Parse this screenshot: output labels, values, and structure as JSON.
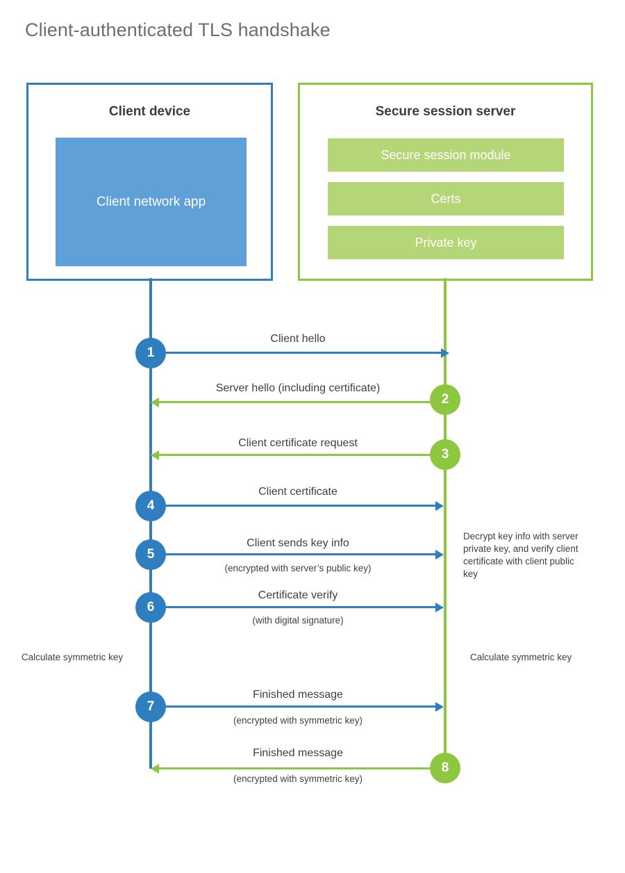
{
  "page": {
    "title": "Client-authenticated TLS handshake",
    "colors": {
      "client_blue": "#2e7ec0",
      "client_app_fill": "#5fa0d8",
      "server_green": "#8dc63f",
      "server_sub_fill": "#b5d677",
      "text": "#3f3f3f",
      "title_text": "#6e6e6e",
      "background": "#ffffff"
    }
  },
  "client": {
    "title": "Client device",
    "app_label": "Client network app"
  },
  "server": {
    "title": "Secure session server",
    "components": [
      {
        "label": "Secure session module"
      },
      {
        "label": "Certs"
      },
      {
        "label": "Private key"
      }
    ]
  },
  "steps": [
    {
      "number": "1",
      "label": "Client hello",
      "sublabel": "",
      "direction": "client-to-server",
      "side": "client"
    },
    {
      "number": "2",
      "label": "Server hello (including certificate)",
      "sublabel": "",
      "direction": "server-to-client",
      "side": "server"
    },
    {
      "number": "3",
      "label": "Client certificate request",
      "sublabel": "",
      "direction": "server-to-client",
      "side": "server"
    },
    {
      "number": "4",
      "label": "Client certificate",
      "sublabel": "",
      "direction": "client-to-server",
      "side": "client"
    },
    {
      "number": "5",
      "label": "Client sends key info",
      "sublabel": "(encrypted with server’s public key)",
      "direction": "client-to-server",
      "side": "client"
    },
    {
      "number": "6",
      "label": "Certificate verify",
      "sublabel": "(with digital signature)",
      "direction": "client-to-server",
      "side": "client"
    },
    {
      "number": "7",
      "label": "Finished message",
      "sublabel": "(encrypted with symmetric key)",
      "direction": "client-to-server",
      "side": "client"
    },
    {
      "number": "8",
      "label": "Finished message",
      "sublabel": "(encrypted with symmetric key)",
      "direction": "server-to-client",
      "side": "server"
    }
  ],
  "notes": {
    "decrypt": "Decrypt key info with server private key, and verify client certificate with client public key",
    "calculate_client": "Calculate symmetric key",
    "calculate_server": "Calculate symmetric key"
  }
}
